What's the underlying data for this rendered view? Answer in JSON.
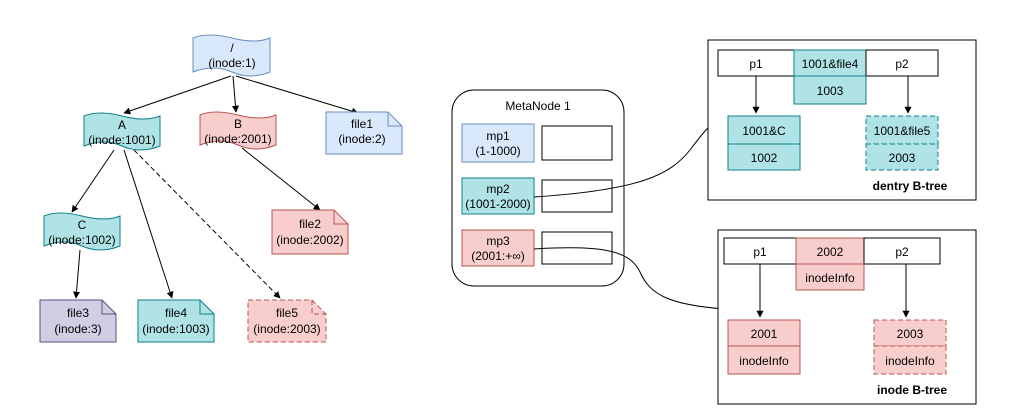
{
  "tree": {
    "root": {
      "name": "/",
      "inode": "(inode:1)"
    },
    "A": {
      "name": "A",
      "inode": "(inode:1001)"
    },
    "B": {
      "name": "B",
      "inode": "(inode:2001)"
    },
    "C": {
      "name": "C",
      "inode": "(inode:1002)"
    },
    "file1": {
      "name": "file1",
      "inode": "(inode:2)"
    },
    "file2": {
      "name": "file2",
      "inode": "(inode:2002)"
    },
    "file3": {
      "name": "file3",
      "inode": "(inode:3)"
    },
    "file4": {
      "name": "file4",
      "inode": "(inode:1003)"
    },
    "file5": {
      "name": "file5",
      "inode": "(inode:2003)"
    }
  },
  "metanode": {
    "title": "MetaNode 1",
    "partitions": [
      {
        "name": "mp1",
        "range": "(1-1000)"
      },
      {
        "name": "mp2",
        "range": "(1001-2000)"
      },
      {
        "name": "mp3",
        "range": "(2001:+∞)"
      }
    ]
  },
  "dentry_tree": {
    "caption": "dentry B-tree",
    "left_ptr": "p1",
    "right_ptr": "p2",
    "key": "1001&file4",
    "key_value": "1003",
    "left_key": "1001&C",
    "left_value": "1002",
    "right_key": "1001&file5",
    "right_value": "2003"
  },
  "inode_tree": {
    "caption": "inode B-tree",
    "left_ptr": "p1",
    "right_ptr": "p2",
    "key": "2002",
    "key_value": "inodeInfo",
    "left_key": "2001",
    "left_value": "inodeInfo",
    "right_key": "2003",
    "right_value": "inodeInfo"
  },
  "colors": {
    "blue": "#dae8fc",
    "teal": "#b0e3e6",
    "red": "#f8cecc",
    "purple": "#d0cee2"
  }
}
